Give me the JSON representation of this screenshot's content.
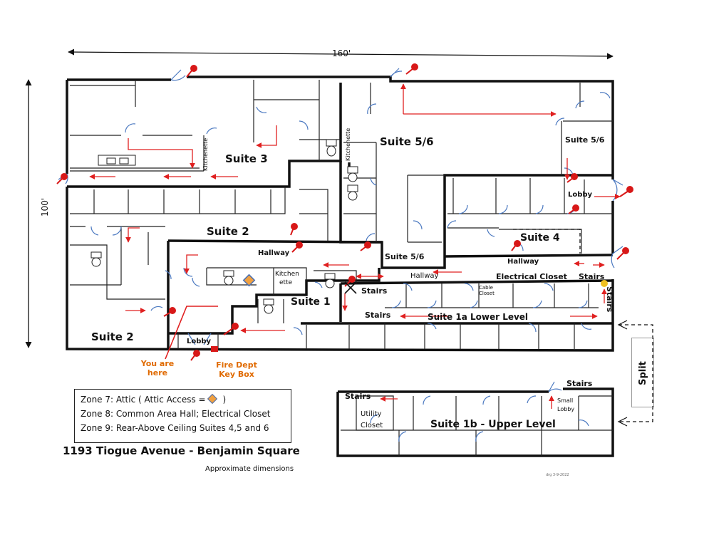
{
  "dimensions": {
    "width_label": "160'",
    "height_label": "100'"
  },
  "rooms": {
    "suite3": "Suite 3",
    "suite56_top": "Suite 5/6",
    "suite56_right": "Suite 5/6",
    "suite56_mid": "Suite 5/6",
    "suite2_mid": "Suite 2",
    "suite2_left": "Suite 2",
    "suite4": "Suite 4",
    "suite1": "Suite 1",
    "suite1a": "Suite 1a Lower Level",
    "suite1b": "Suite 1b - Upper Level",
    "lobby_right": "Lobby",
    "lobby_bottom": "Lobby",
    "hallway_mid": "Hallway",
    "hallway_lower": "Hallway",
    "hallway_right": "Hallway",
    "electrical_closet": "Electrical Closet",
    "kitchenette_a": "Kitchenette",
    "kitchenette_b": "Kitchenette",
    "kitchen_ette_1": "Kitchen",
    "kitchen_ette_2": "ette",
    "cable_1": "Cable",
    "cable_2": "Closet",
    "stairs_a": "Stairs",
    "stairs_b": "Stairs",
    "stairs_c": "Stairs",
    "stairs_d": "Stairs",
    "stairs_e": "Stairs",
    "stairs_f": "Stairs",
    "utility_1": "Utility",
    "utility_2": "Closet",
    "small_lobby_1": "Small",
    "small_lobby_2": "Lobby"
  },
  "markers": {
    "you_are_1": "You are",
    "you_are_2": "here",
    "fire_1": "Fire Dept",
    "fire_2": "Key Box"
  },
  "legend": {
    "zone7_prefix": "Zone 7:  Attic   ( Attic Access =",
    "zone7_suffix": " )",
    "zone8": "Zone 8:  Common Area Hall; Electrical Closet",
    "zone9": "Zone 9:   Rear-Above Ceiling Suites 4,5 and 6"
  },
  "title": "1193 Tiogue Avenue - Benjamin Square",
  "approx": "Approximate dimensions",
  "split": "Split",
  "signature": "drg 3-9-2022",
  "colors": {
    "wall": "#111111",
    "arrow": "#e02020",
    "door": "#4a78c0",
    "marker": "#d81818"
  }
}
